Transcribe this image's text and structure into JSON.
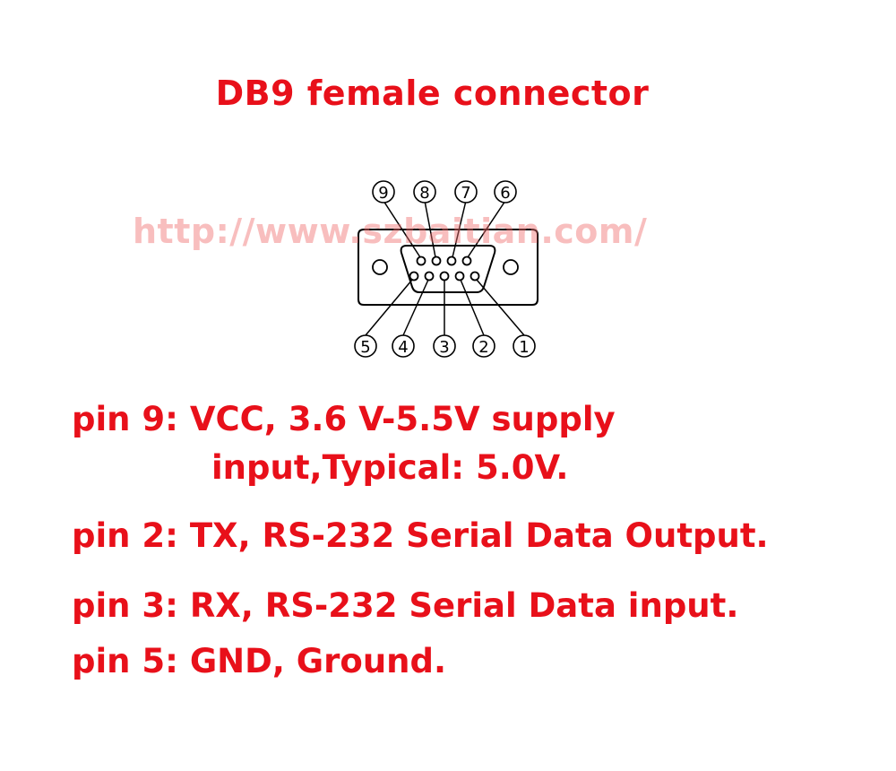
{
  "title": "DB9 female connector",
  "watermark": "http://www.szbaitian.com/",
  "connector": {
    "top_labels": [
      "9",
      "8",
      "7",
      "6"
    ],
    "bottom_labels": [
      "5",
      "4",
      "3",
      "2",
      "1"
    ],
    "line_color": "#000000"
  },
  "pins": [
    {
      "line1": "pin 9: VCC, 3.6 V-5.5V supply",
      "line2": "input,Typical: 5.0V."
    },
    {
      "line1": "pin 2: TX, RS-232 Serial Data Output."
    },
    {
      "line1": "pin 3: RX, RS-232 Serial Data input."
    },
    {
      "line1": "pin 5: GND, Ground."
    }
  ],
  "text_color": "#e8101a"
}
